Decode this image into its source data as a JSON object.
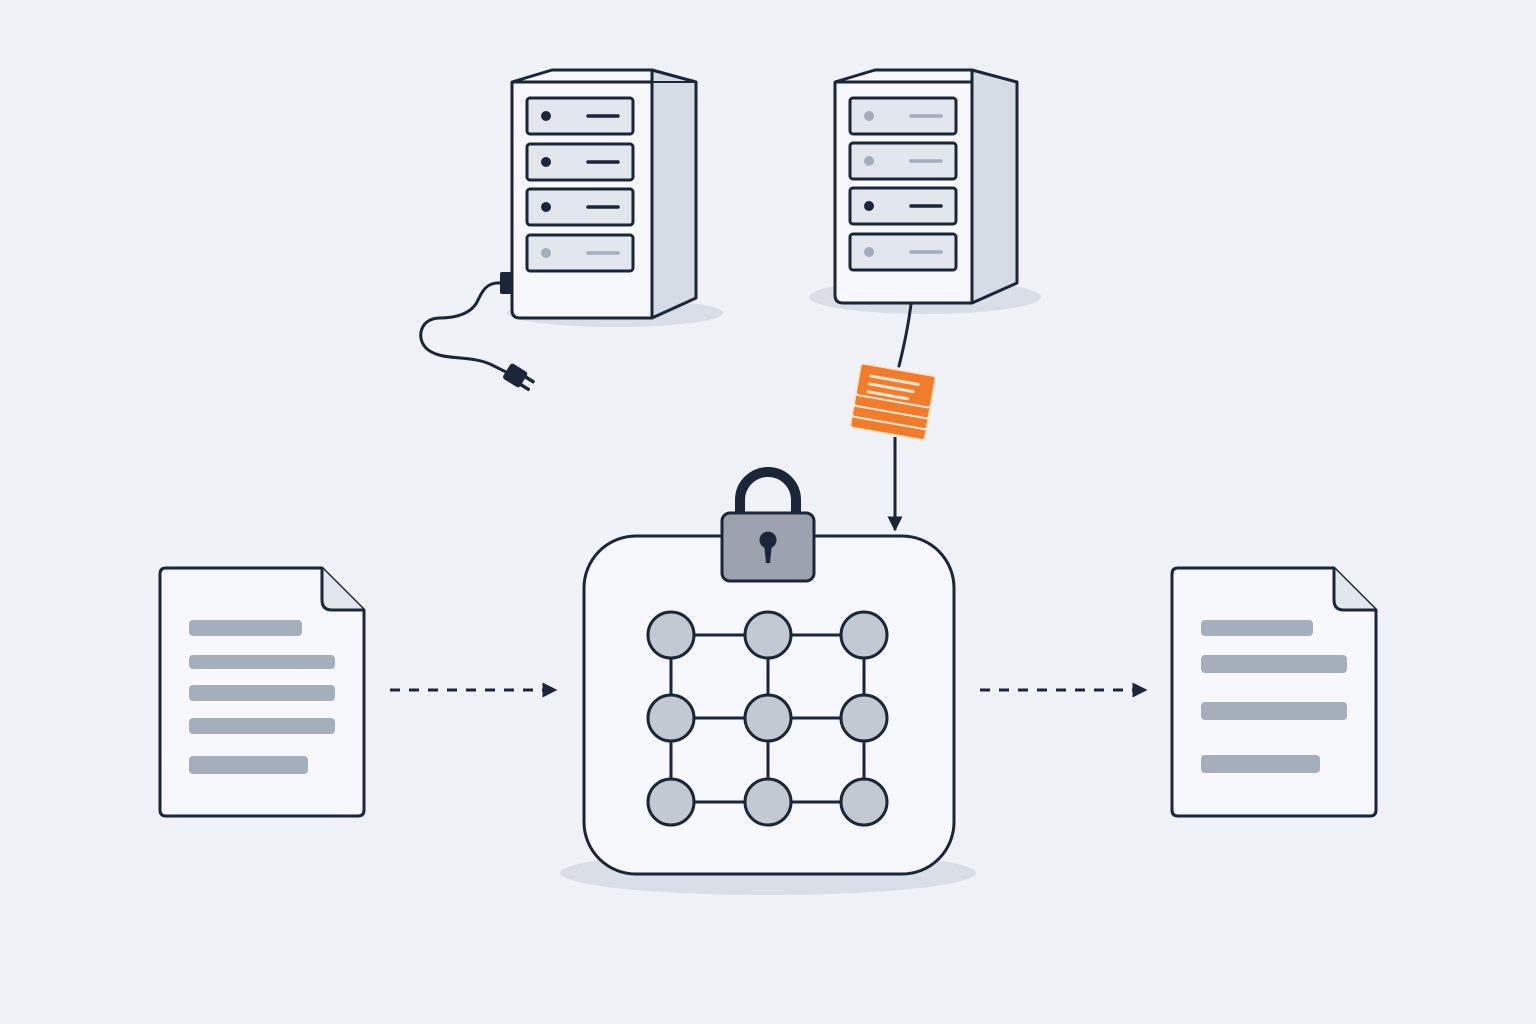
{
  "diagram": {
    "colors": {
      "background": "#EFF2F6",
      "stroke": "#1B2638",
      "panel_fill": "#F6F8FB",
      "bay_fill": "#E2E7EE",
      "side_fill": "#D6DCE5",
      "node_fill": "#C3C9D2",
      "line_gray": "#A5AEBB",
      "lock_fill": "#9CA3AE",
      "shadow": "#DADFE7",
      "accent": "#F07C2C",
      "accent_light": "#FFE6D3"
    },
    "servers": [
      {
        "id": "server-left",
        "role": "unplugged",
        "leds_active": [
          true,
          true,
          true,
          false
        ]
      },
      {
        "id": "server-right",
        "role": "data-source",
        "leds_active": [
          false,
          false,
          true,
          false
        ]
      }
    ],
    "central_model": {
      "grid_rows": 3,
      "grid_cols": 3,
      "locked": true,
      "lock_icon": "padlock-icon"
    },
    "documents": [
      {
        "id": "input-document",
        "icon": "document-icon",
        "text_lines": 5
      },
      {
        "id": "output-document",
        "icon": "document-icon",
        "text_lines": 4
      }
    ],
    "data_packet": {
      "icon": "stacked-papers-icon",
      "color": "#F07C2C"
    },
    "edges": [
      {
        "from": "input-document",
        "to": "central-model",
        "style": "dashed"
      },
      {
        "from": "central-model",
        "to": "output-document",
        "style": "dashed"
      },
      {
        "from": "server-right",
        "to": "central-model",
        "style": "solid",
        "via": "data-packet"
      }
    ]
  }
}
